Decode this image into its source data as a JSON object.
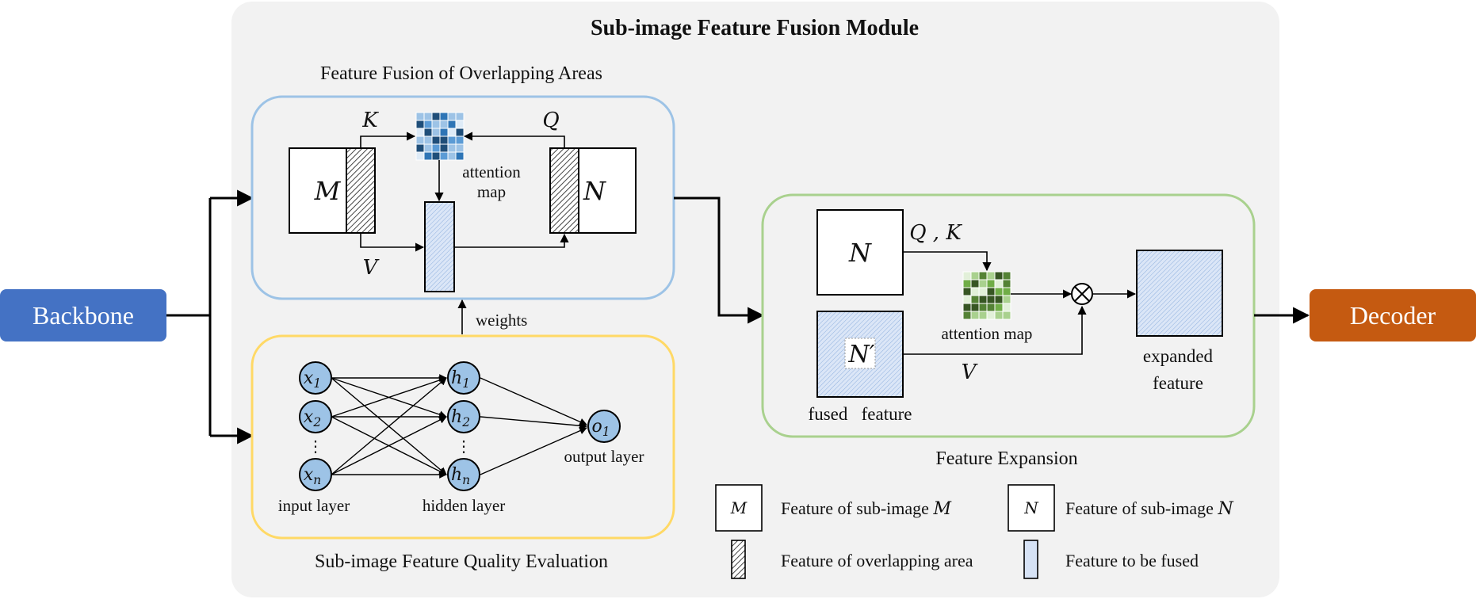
{
  "title": "Sub-image  Feature  Fusion  Module",
  "blocks": {
    "backbone": "Backbone",
    "decoder": "Decoder"
  },
  "fusion": {
    "title": "Feature Fusion of Overlapping  Areas",
    "m_symbol": "M",
    "n_symbol": "N",
    "k_label": "K",
    "q_label": "Q",
    "v_label": "V",
    "attention_label_1": "attention",
    "attention_label_2": "map"
  },
  "weights_label": "weights",
  "quality": {
    "title": "Sub-image  Feature  Quality  Evaluation",
    "input_layer": "input layer",
    "hidden_layer": "hidden layer",
    "output_layer": "output layer",
    "x_symbol": "x",
    "h_symbol": "h",
    "o_symbol": "o",
    "sub_1": "1",
    "sub_2": "2",
    "sub_n": "n",
    "ellipsis": "⋮"
  },
  "expansion": {
    "title": "Feature Expansion",
    "n_symbol": "N",
    "n_prime_symbol": "N′",
    "qk_label": "Q , K",
    "v_label": "V",
    "attention_map": "attention map",
    "fused_feature": "fused   feature",
    "expanded_1": "expanded",
    "expanded_2": "feature",
    "multiply_symbol": "⊗"
  },
  "legend": {
    "m_symbol": "M",
    "n_symbol": "N",
    "m_text": "Feature of sub-image",
    "n_text": "Feature of sub-image",
    "overlap_text": "Feature of overlapping area",
    "fused_text": "Feature to be fused"
  },
  "colors": {
    "backbone": "#4472C4",
    "decoder": "#C55A11",
    "panel_bg": "#F2F2F2",
    "fusion_border": "#9DC3E6",
    "quality_border": "#FFD966",
    "expansion_border": "#A9D18E",
    "neuron_fill": "#9DC3E6"
  }
}
